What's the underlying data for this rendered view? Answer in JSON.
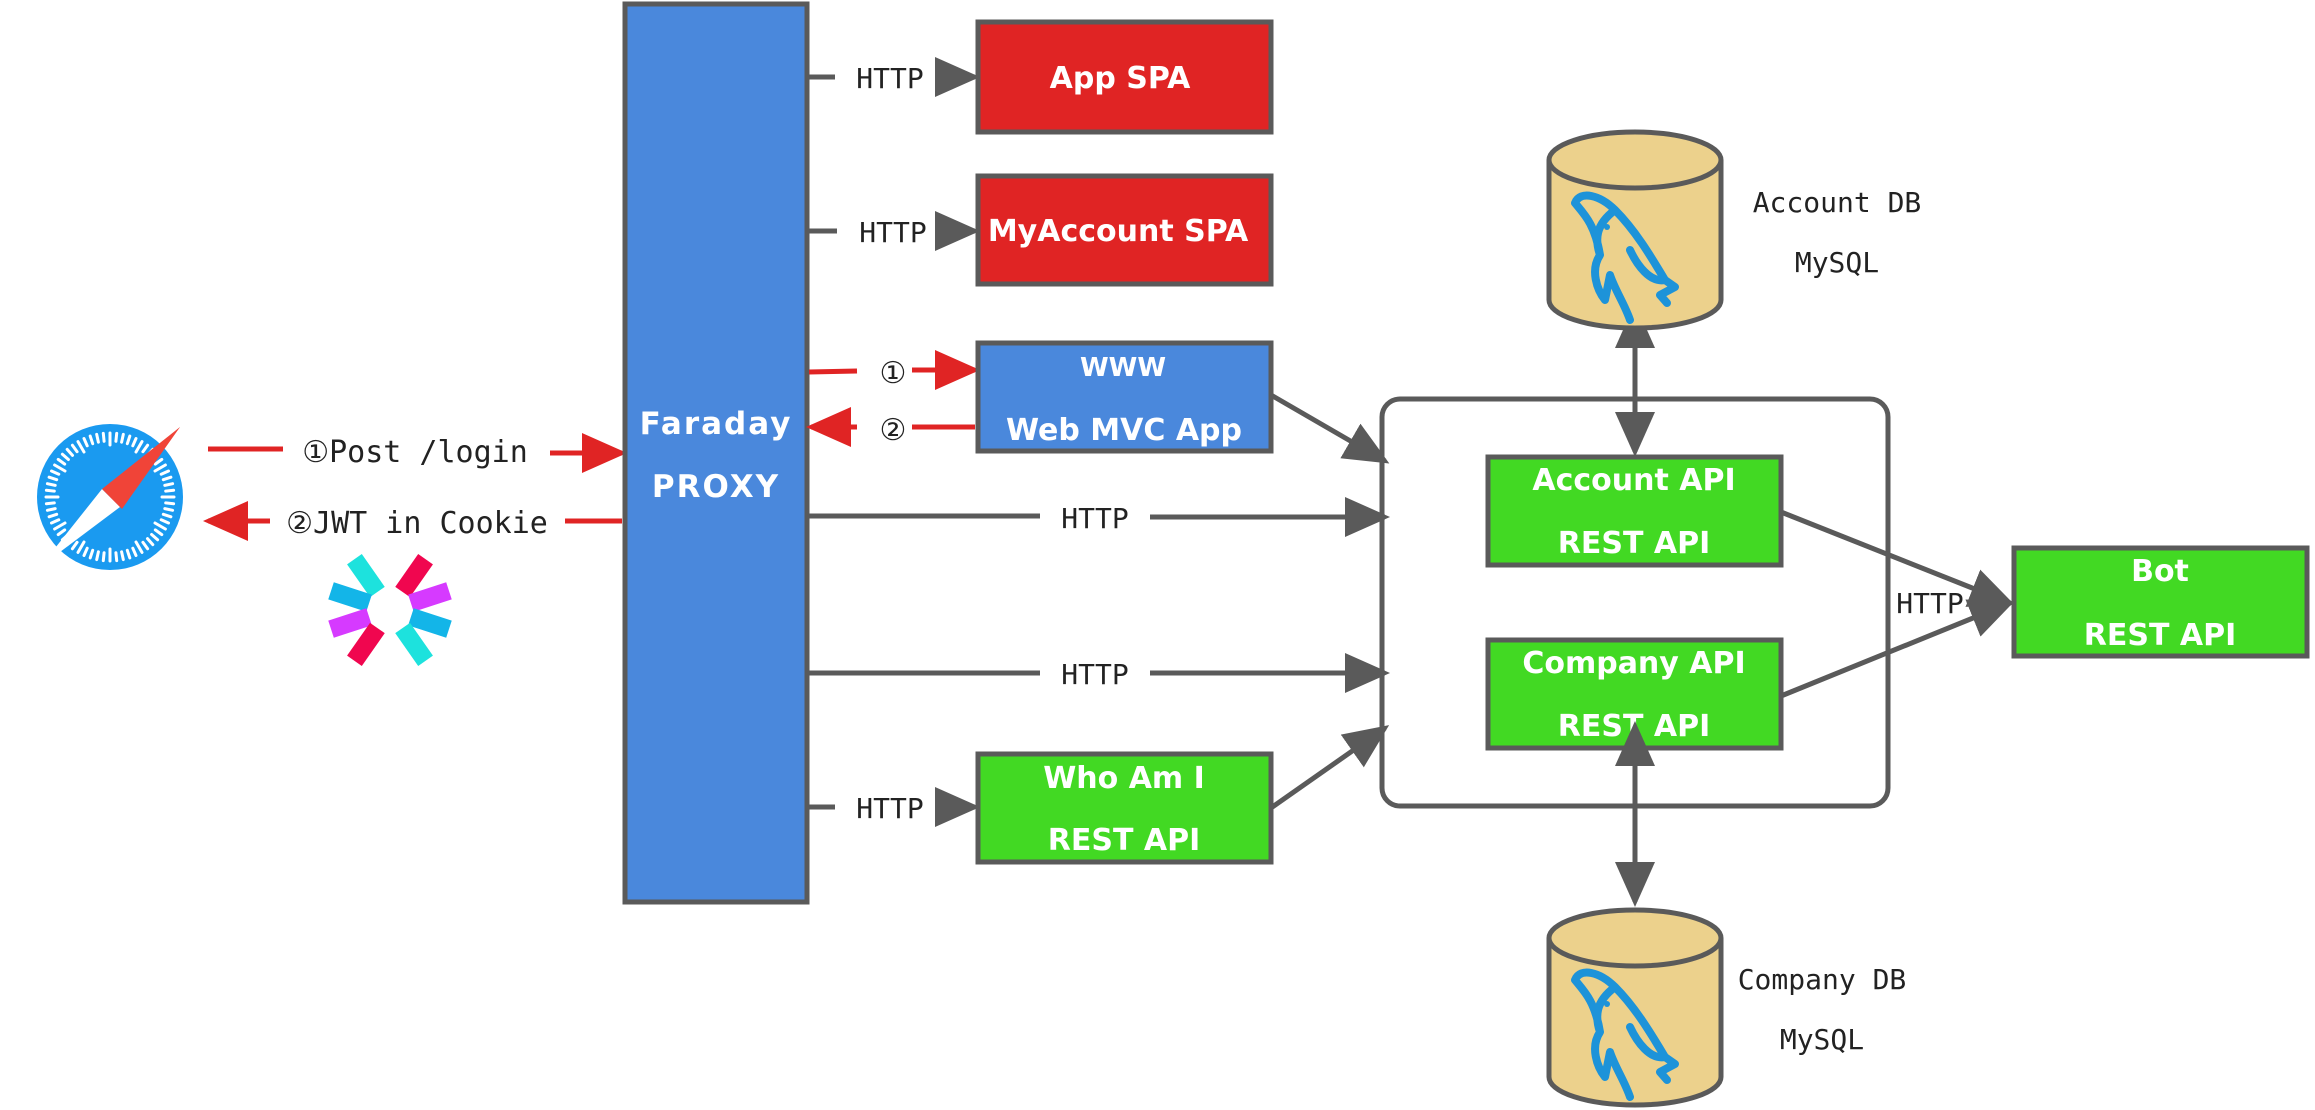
{
  "colors": {
    "proxy_fill": "#4a88dc",
    "spa_fill": "#e02424",
    "api_fill": "#42d923",
    "www_fill": "#4a88dc",
    "stroke": "#5a5a5a",
    "red_arrow": "#e02424",
    "db_fill": "#ecd18c",
    "mysql_blue": "#1d93d9",
    "safari_blue": "#1a9af0"
  },
  "client": {
    "browser_icon": "safari-compass-icon",
    "jwt_icon": "jwt-logo-icon",
    "request_label": "①Post /login",
    "response_label": "②JWT in Cookie"
  },
  "proxy": {
    "title": "Faraday",
    "subtitle": "PROXY"
  },
  "services": {
    "app_spa": {
      "label": "App SPA",
      "link_label": "HTTP"
    },
    "myaccount_spa": {
      "label": "MyAccount SPA",
      "link_label": "HTTP"
    },
    "www": {
      "line1": "WWW",
      "line2": "Web MVC App",
      "step1": "①",
      "step2": "②"
    },
    "who_am_i": {
      "line1": "Who Am I",
      "line2": "REST API",
      "link_label": "HTTP"
    }
  },
  "cluster": {
    "link_label_1": "HTTP",
    "link_label_2": "HTTP",
    "account_api": {
      "line1": "Account API",
      "line2": "REST API"
    },
    "company_api": {
      "line1": "Company API",
      "line2": "REST API"
    }
  },
  "bot": {
    "line1": "Bot",
    "line2": "REST API",
    "link_label": "HTTP"
  },
  "databases": {
    "account_db": {
      "name": "Account DB",
      "engine": "MySQL",
      "icon": "mysql-dolphin-icon"
    },
    "company_db": {
      "name": "Company DB",
      "engine": "MySQL",
      "icon": "mysql-dolphin-icon"
    }
  }
}
